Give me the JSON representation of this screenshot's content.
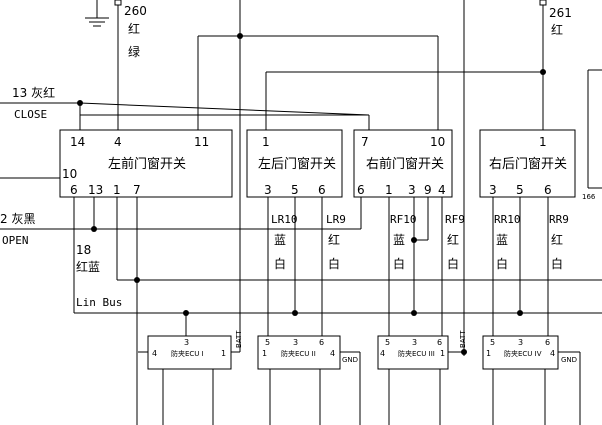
{
  "wire_labels": {
    "w260_num": "260",
    "w260_c1": "红",
    "w260_c2": "绿",
    "w261_num": "261",
    "w261_c1": "红",
    "w13": "13 灰红",
    "close_sig": "CLOSE",
    "w2": "2 灰黑",
    "open_sig": "OPEN",
    "w18_num": "18",
    "w18_color": "红蓝",
    "lin_bus": "Lin Bus",
    "lr10_name": "LR10",
    "lr10_c1": "蓝",
    "lr10_c2": "白",
    "lr9_name": "LR9",
    "lr9_c1": "红",
    "lr9_c2": "白",
    "rf10_name": "RF10",
    "rf10_c1": "蓝",
    "rf10_c2": "白",
    "rf9_name": "RF9",
    "rf9_c1": "红",
    "rf9_c2": "白",
    "rr10_name": "RR10",
    "rr10_c1": "蓝",
    "rr10_c2": "白",
    "rr9_name": "RR9",
    "rr9_c1": "红",
    "rr9_c2": "白",
    "ref_166": "166"
  },
  "switches": [
    {
      "title": "左前门窗开关",
      "top_pins": [
        "14",
        "4",
        "11"
      ],
      "left_pin": "10",
      "bottom_pins": [
        "6",
        "13",
        "1",
        "7"
      ]
    },
    {
      "title": "左后门窗开关",
      "top_pins": [
        "1"
      ],
      "bottom_pins": [
        "3",
        "5",
        "6"
      ]
    },
    {
      "title": "右前门窗开关",
      "top_pins": [
        "7",
        "10"
      ],
      "bottom_pins": [
        "6",
        "1",
        "3",
        "9",
        "4"
      ]
    },
    {
      "title": "右后门窗开关",
      "top_pins": [
        "1"
      ],
      "bottom_pins": [
        "3",
        "5",
        "6"
      ]
    }
  ],
  "ecus": [
    {
      "title": "防夹ECU I",
      "pins": [
        "3",
        "4",
        "1"
      ]
    },
    {
      "title": "防夹ECU II",
      "pins": [
        "5",
        "3",
        "6",
        "1",
        "4"
      ]
    },
    {
      "title": "防夹ECU III",
      "pins": [
        "5",
        "3",
        "6",
        "4",
        "1"
      ]
    },
    {
      "title": "防夹ECU IV",
      "pins": [
        "5",
        "3",
        "6",
        "1",
        "4"
      ]
    }
  ],
  "net_labels": {
    "batt": "BATT",
    "gnd": "GND"
  }
}
